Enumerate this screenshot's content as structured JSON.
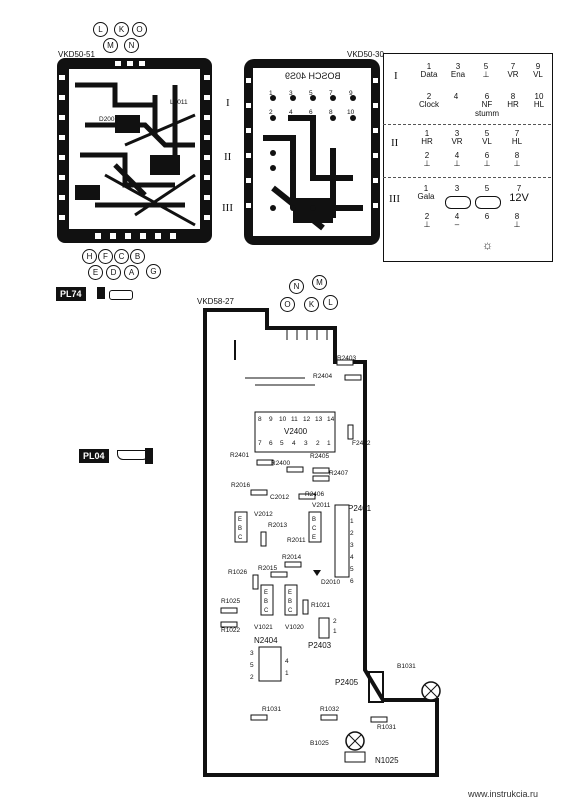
{
  "board_left": {
    "label": "VKD50-51",
    "top_connectors": [
      "L",
      "M",
      "K",
      "N",
      "O"
    ],
    "bottom_connectors_row1": [
      "H",
      "F",
      "C",
      "B",
      "G"
    ],
    "bottom_connectors_row2": [
      "E",
      "D",
      "A"
    ],
    "parts": [
      "D2007",
      "L1011"
    ]
  },
  "board_middle": {
    "label": "VKD50-30",
    "mirror_text": "BOSCH 40S9",
    "pins_row1": [
      "1",
      "3",
      "5",
      "7",
      "9"
    ],
    "pins_row2": [
      "2",
      "4",
      "6",
      "8",
      "10"
    ],
    "row_labels": [
      "I",
      "II",
      "III"
    ]
  },
  "pin_table": {
    "row_labels": [
      "I",
      "II",
      "III"
    ],
    "row1_top": [
      {
        "num": "1",
        "text": "Data"
      },
      {
        "num": "3",
        "text": "Ena"
      },
      {
        "num": "5",
        "text": "⊥"
      },
      {
        "num": "7",
        "text": "VR"
      },
      {
        "num": "9",
        "text": "VL"
      }
    ],
    "row1_bottom": [
      {
        "num": "2",
        "text": "Clock"
      },
      {
        "num": "4",
        "text": ""
      },
      {
        "num": "6",
        "text": "NF stumm"
      },
      {
        "num": "8",
        "text": "HR"
      },
      {
        "num": "10",
        "text": "HL"
      }
    ],
    "row2_top": [
      {
        "num": "1",
        "text": "HR"
      },
      {
        "num": "3",
        "text": "VR"
      },
      {
        "num": "5",
        "text": "VL"
      },
      {
        "num": "7",
        "text": "HL"
      }
    ],
    "row2_bottom": [
      {
        "num": "2",
        "text": "⊥"
      },
      {
        "num": "4",
        "text": "⊥"
      },
      {
        "num": "6",
        "text": "⊥"
      },
      {
        "num": "8",
        "text": "⊥"
      }
    ],
    "row3_top": [
      {
        "num": "1",
        "text": "Gala"
      },
      {
        "num": "3",
        "text": ""
      },
      {
        "num": "5",
        "text": ""
      },
      {
        "num": "7",
        "text": "12V"
      }
    ],
    "row3_bottom": [
      {
        "num": "2",
        "text": "⊥"
      },
      {
        "num": "4",
        "text": "–"
      },
      {
        "num": "6",
        "text": ""
      },
      {
        "num": "8",
        "text": "⊥"
      }
    ]
  },
  "badges": {
    "pl74": "PL74",
    "pl04": "PL04"
  },
  "board_bottom": {
    "label": "VKD58-27",
    "top_connectors_row1": [
      "N",
      "M"
    ],
    "top_connectors_row2": [
      "O",
      "K",
      "L"
    ],
    "ic_pins_top": [
      "8",
      "9",
      "10",
      "11",
      "12",
      "13",
      "14"
    ],
    "ic_pins_bottom": [
      "7",
      "6",
      "5",
      "4",
      "3",
      "2",
      "1"
    ],
    "ic_name": "V2400",
    "p2401_pins": [
      "1",
      "2",
      "3",
      "4",
      "5",
      "6"
    ],
    "p2403_pins": [
      "2",
      "1"
    ],
    "n2404_left": [
      "3",
      "5",
      "2"
    ],
    "n2404_right": [
      "4",
      "1"
    ],
    "components": {
      "r2403": "R2403",
      "r2404": "R2404",
      "f2402": "F2402",
      "r2401": "R2401",
      "r2400": "R2400",
      "r2405": "R2405",
      "r2407": "R2407",
      "r2016": "R2016",
      "c2012": "C2012",
      "r2406": "R2406",
      "v2012": "V2012",
      "v2011": "V2011",
      "p2401": "P2401",
      "r2013": "R2013",
      "r2011": "R2011",
      "r2014": "R2014",
      "r2015": "R2015",
      "r1026": "R1026",
      "d2010": "D2010",
      "r1025": "R1025",
      "r1022": "R1022",
      "v1021": "V1021",
      "v1020": "V1020",
      "r1021": "R1021",
      "n2404": "N2404",
      "p2403": "P2403",
      "p2405": "P2405",
      "b1031": "B1031",
      "r1031a": "R1031",
      "r1032": "R1032",
      "r1031b": "R1031",
      "b1025": "B1025",
      "n1025": "N1025"
    },
    "ebc": [
      "E",
      "B",
      "C"
    ]
  },
  "watermark": "www.instrukcia.ru"
}
